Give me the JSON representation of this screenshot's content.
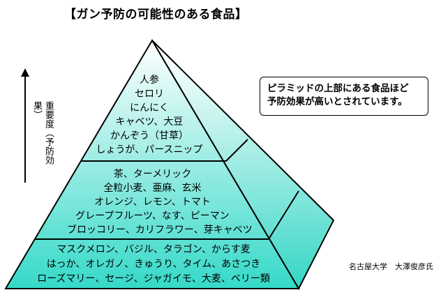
{
  "title": "【ガン予防の可能性のある食品】",
  "axis": {
    "label": "重要度",
    "label_sub": "（予防効果）"
  },
  "pyramid": {
    "top": [
      "人参",
      "セロリ",
      "にんにく",
      "キャベツ、大豆",
      "かんぞう（甘草）",
      "しょうが、パースニップ"
    ],
    "middle": [
      "茶、ターメリック",
      "全粒小麦、亜麻、玄米",
      "オレンジ、レモン、トマト",
      "グレープフルーツ、なす、ピーマン",
      "ブロッコリー、カリフラワー、芽キャベツ"
    ],
    "bottom": [
      "マスクメロン、バジル、タラゴン、からす麦",
      "はっか、オレガノ、きゅうり、タイム、あさつき",
      "ローズマリー、セージ、ジャガイモ、大麦、ベリー類"
    ]
  },
  "callout": {
    "line1": "ピラミッドの上部にある食品ほど",
    "line2": "予防効果が高いとされています。"
  },
  "credit": "名古屋大学　大澤俊彦氏",
  "colors": {
    "front_top": "#ffffff",
    "front_bottom": "#35d9c8",
    "side_top": "#ffffff",
    "side_bottom": "#33d6c4"
  }
}
